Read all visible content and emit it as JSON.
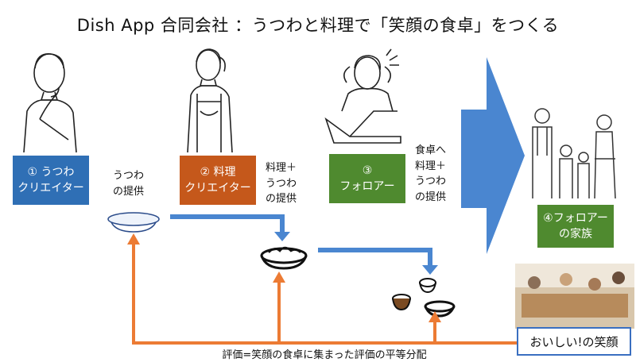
{
  "title": "Dish App  合同会社 ：うつわと料理で「笑顔の食卓」をつくる",
  "actors": {
    "creator1": {
      "label": "① うつわ\nクリエイター",
      "color": "#2f6fb5"
    },
    "creator2": {
      "label": "② 料理\nクリエイター",
      "color": "#c5581b"
    },
    "follower": {
      "label": "③\nフォロアー",
      "color": "#4f8a2f"
    },
    "family": {
      "label": "④フォロアー\nの家族",
      "color": "#4f8a2f"
    }
  },
  "flow_labels": {
    "dish": "うつわ\nの提供",
    "dish_food": "料理＋\nうつわ\nの提供",
    "table_food": "食卓へ\n料理＋\nうつわ\nの提供"
  },
  "callout": "おいしい!の笑顔",
  "feedback_label": "評価=笑顔の食卓に集まった評価の平等分配",
  "colors": {
    "blue_arrow": "#4a86d0",
    "orange_arrow": "#ec7b34",
    "callout_border": "#3a6fc0"
  }
}
